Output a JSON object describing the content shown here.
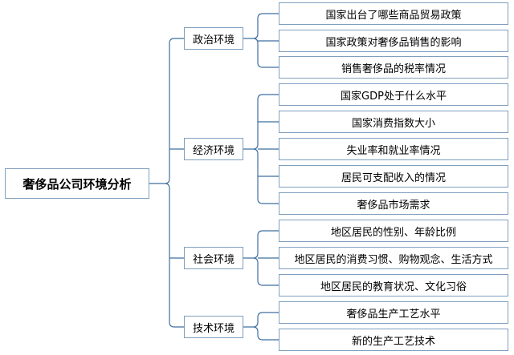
{
  "root": "奢侈品公司环境分析",
  "categories": [
    {
      "label": "政治环境",
      "leaves": [
        "国家出台了哪些商品贸易政策",
        "国家政策对奢侈品销售的影响",
        "销售奢侈品的税率情况"
      ]
    },
    {
      "label": "经济环境",
      "leaves": [
        "国家GDP处于什么水平",
        "国家消费指数大小",
        "失业率和就业率情况",
        "居民可支配收入的情况",
        "奢侈品市场需求"
      ]
    },
    {
      "label": "社会环境",
      "leaves": [
        "地区居民的性别、年龄比例",
        "地区居民的消费习惯、购物观念、生活方式",
        "地区居民的教育状况、文化习俗"
      ]
    },
    {
      "label": "技术环境",
      "leaves": [
        "奢侈品生产工艺水平",
        "新的生产工艺技术"
      ]
    }
  ],
  "colors": {
    "line": "#3f6f9f",
    "border": "#7f9fbf"
  }
}
